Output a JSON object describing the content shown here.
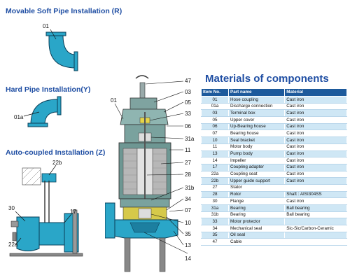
{
  "sections": {
    "movable": {
      "title": "Movable Soft Pipe Installation (R)",
      "label": "01"
    },
    "hard": {
      "title": "Hard Pipe  Installation(Y)",
      "label": "01a"
    },
    "auto": {
      "title": "Auto-coupled Installation (Z)",
      "labels": [
        "22b",
        "30",
        "17",
        "22a"
      ]
    }
  },
  "pump_callouts": {
    "right": [
      "47",
      "03",
      "05",
      "33",
      "06",
      "31a",
      "11",
      "27",
      "28",
      "31b",
      "34",
      "07",
      "10",
      "35",
      "13"
    ],
    "left": [
      "01"
    ],
    "bottom": [
      "14"
    ]
  },
  "materials": {
    "title": "Materials of components",
    "headers": [
      "Item No.",
      "Part name",
      "Material"
    ],
    "rows": [
      [
        "01",
        "Hose coupling",
        "Cast iron"
      ],
      [
        "01a",
        "Discharge connection",
        "Cast iron"
      ],
      [
        "03",
        "Terminal box",
        "Cast iron"
      ],
      [
        "05",
        "Upper cover",
        "Cast iron"
      ],
      [
        "06",
        "Up-Bearing house",
        "Cast iron"
      ],
      [
        "07",
        "Bearing house",
        "Cast iron"
      ],
      [
        "10",
        "Seal bracket",
        "Cast iron"
      ],
      [
        "11",
        "Motor body",
        "Cast iron"
      ],
      [
        "13",
        "Pump body",
        "Cast iron"
      ],
      [
        "14",
        "Impeller",
        "Cast iron"
      ],
      [
        "17",
        "Coupling adapter",
        "Cast iron"
      ],
      [
        "22a",
        "Coupling seat",
        "Cast iron"
      ],
      [
        "22b",
        "Upper guide support",
        "Cast iron"
      ],
      [
        "27",
        "Stator",
        ""
      ],
      [
        "28",
        "Rotor",
        "Shaft : AISI304SS"
      ],
      [
        "30",
        "Flange",
        "Cast iron"
      ],
      [
        "31a",
        "Bearing",
        "Ball bearing"
      ],
      [
        "31b",
        "Bearing",
        "Ball bearing"
      ],
      [
        "33",
        "Motor protector",
        ""
      ],
      [
        "34",
        "Mechanical seal",
        "Sic-Sic/Carbon-Ceramic"
      ],
      [
        "35",
        "Oil seal",
        ""
      ],
      [
        "47",
        "Cable",
        ""
      ]
    ]
  },
  "colors": {
    "pipe": "#2aa6c8",
    "title": "#1f4ea3",
    "header": "#1d5a9c",
    "band": "#cfe7f5"
  }
}
